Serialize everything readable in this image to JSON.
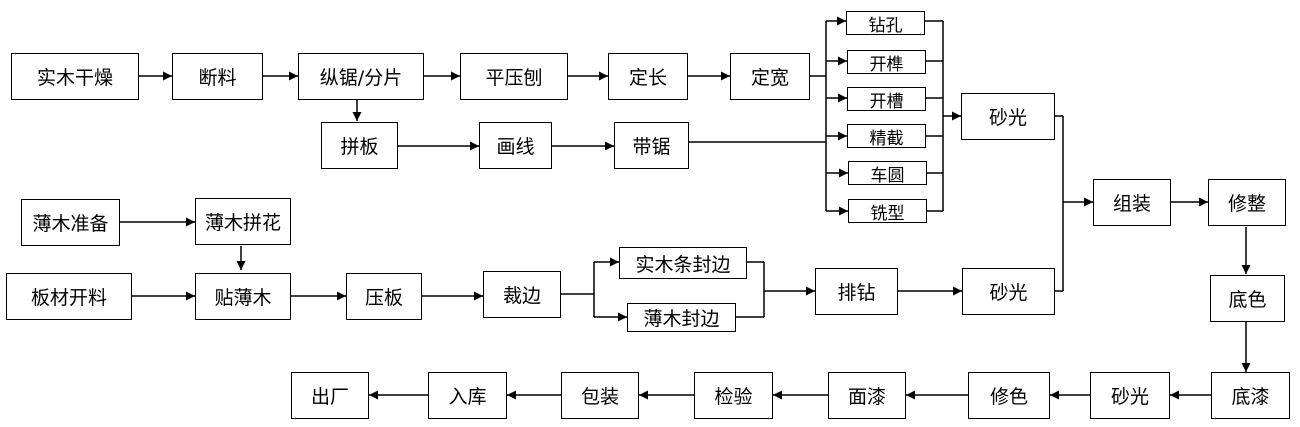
{
  "nodes": {
    "shimu_ganzao": "实木干燥",
    "duanliao": "断料",
    "zongju_fenpian": "纵锯/分片",
    "pingyabao": "平压刨",
    "dingchang": "定长",
    "dingkuan": "定宽",
    "zuankong": "钻孔",
    "kaisun": "开榫",
    "kaicao": "开槽",
    "jingjie": "精截",
    "cheyuan": "车圆",
    "xixing": "铣型",
    "pinban": "拼板",
    "huaxian": "画线",
    "daiju": "带锯",
    "shaguang_1": "砂光",
    "bomu_zhunbei": "薄木准备",
    "bomu_pinhua": "薄木拼花",
    "bancai_kailiao": "板材开料",
    "tie_bomu": "贴薄木",
    "yaban": "压板",
    "caibian": "裁边",
    "shimutiao_fengbian": "实木条封边",
    "bomu_fengbian": "薄木封边",
    "paizuan": "排钻",
    "shaguang_2": "砂光",
    "zuzhuang": "组装",
    "xiuzheng": "修整",
    "dise": "底色",
    "diqi": "底漆",
    "shaguang_3": "砂光",
    "xiuse": "修色",
    "mianqi": "面漆",
    "jianyan": "检验",
    "baozhuang": "包装",
    "ruku": "入库",
    "chuchang": "出厂"
  }
}
